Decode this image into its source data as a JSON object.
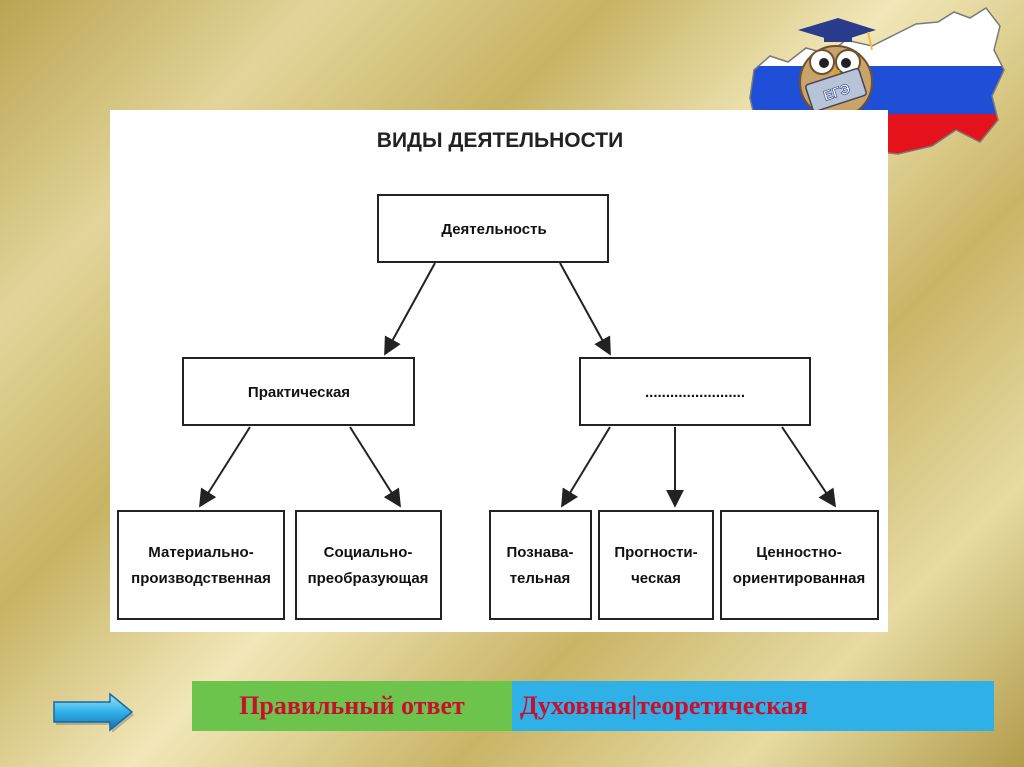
{
  "diagram": {
    "title": "ВИДЫ ДЕЯТЕЛЬНОСТИ",
    "root": {
      "lines": [
        "Деятельность"
      ]
    },
    "practical": {
      "lines": [
        "Практическая"
      ]
    },
    "hidden": {
      "lines": [
        "........................"
      ]
    },
    "material": {
      "lines": [
        "Материально-",
        "производственная"
      ]
    },
    "social": {
      "lines": [
        "Социально-",
        "преобразующая"
      ]
    },
    "cognitive": {
      "lines": [
        "Познава-",
        "тельная"
      ]
    },
    "prognostic": {
      "lines": [
        "Прогности-",
        "ческая"
      ]
    },
    "value": {
      "lines": [
        "Ценностно-",
        "ориентированная"
      ]
    }
  },
  "answer": {
    "label": "Правильный ответ",
    "value": "Духовная|теоретическая"
  },
  "logo": {
    "text": "ЕГЭ"
  },
  "colors": {
    "answer_label_bg": "#6cc44c",
    "answer_value_bg": "#2fb1e8",
    "answer_text": "#c8102e",
    "flag_white": "#ffffff",
    "flag_blue": "#1f4fd6",
    "flag_red": "#e3121b"
  },
  "icons": {
    "nav": "arrow-right-icon",
    "logo": "owl-graduate-icon"
  }
}
